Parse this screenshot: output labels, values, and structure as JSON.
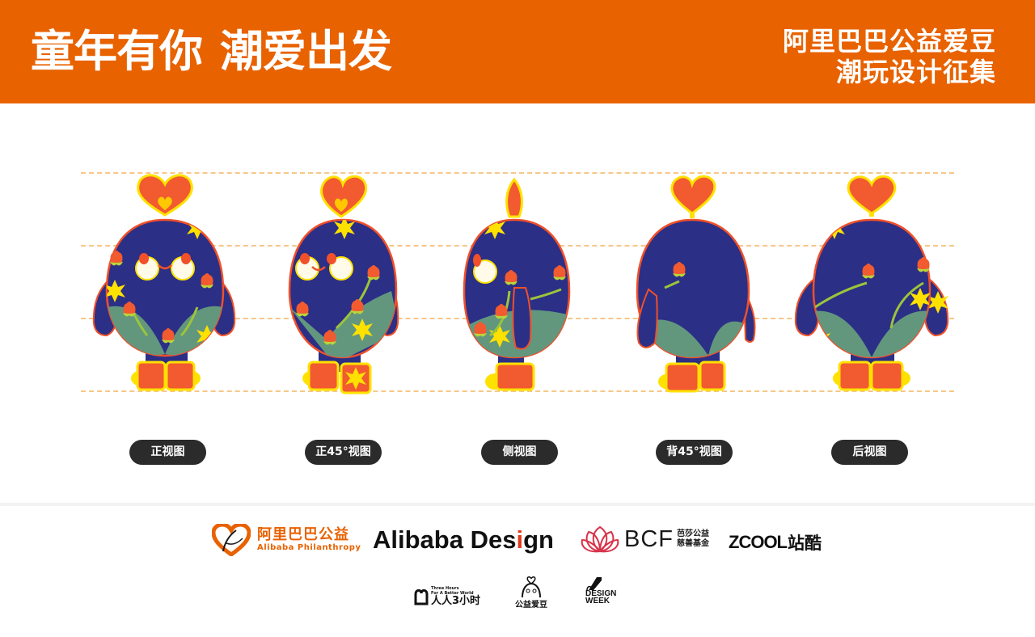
{
  "banner": {
    "title_part1": "童年有你",
    "title_part2": "潮爱出发",
    "subtitle_line1": "阿里巴巴公益爱豆",
    "subtitle_line2": "潮玩设计征集",
    "background_color": "#e86200"
  },
  "views": [
    {
      "id": "front",
      "label": "正视图"
    },
    {
      "id": "front-45",
      "label": "正45°视图"
    },
    {
      "id": "side",
      "label": "侧视图"
    },
    {
      "id": "back-45",
      "label": "背45°视图"
    },
    {
      "id": "back",
      "label": "后视图"
    }
  ],
  "character_colors": {
    "body": "#2b2f86",
    "outline": "#f0502a",
    "accent_yellow": "#ffe100",
    "leaf": "#62977e",
    "stem": "#9cc43b",
    "flower": "#f25a30",
    "guide_line": "#f7c788"
  },
  "sponsors": {
    "alibaba_philanthropy": {
      "cn": "阿里巴巴公益",
      "en": "Alibaba Philanthropy"
    },
    "alibaba_design": {
      "prefix": "Alibaba Des",
      "highlight": "i",
      "suffix": "gn"
    },
    "bcf": {
      "abbr": "BCF",
      "line1": "芭莎公益",
      "line2": "慈善基金"
    },
    "zcool": {
      "latin": "ZCOOL",
      "cn": "站酷"
    },
    "three_hours": {
      "en_line1": "Three Hours",
      "en_line2": "For A Better World",
      "cn": "人人3小时"
    },
    "gongyi_aidou": {
      "cn": "公益爱豆"
    },
    "design_week": {
      "line1": "DESIGN",
      "line2": "WEEK"
    }
  }
}
